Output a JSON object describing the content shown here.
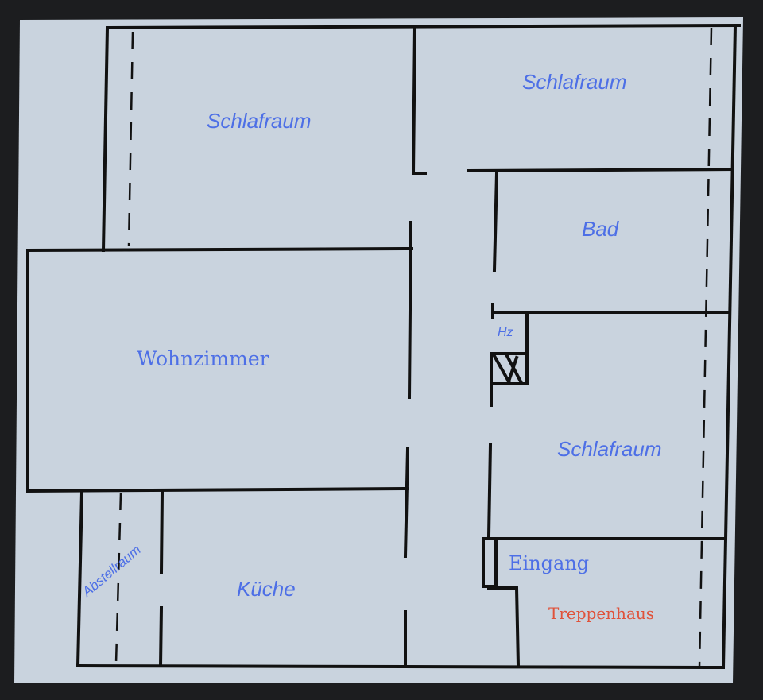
{
  "floor_plan": {
    "rooms": {
      "bedroom_top_left": "Schlafraum",
      "bedroom_top_right": "Schlafraum",
      "bathroom": "Bad",
      "heating": "Hz",
      "living_room": "Wohnzimmer",
      "bedroom_right": "Schlafraum",
      "entrance": "Eingang",
      "stairwell": "Treppenhaus",
      "storage": "Abstellraum",
      "kitchen": "Küche"
    },
    "colors": {
      "label": "#4d6fe6",
      "stairwell_label": "#e0523a",
      "paper": "#c9d3de",
      "walls": "#111111"
    }
  }
}
